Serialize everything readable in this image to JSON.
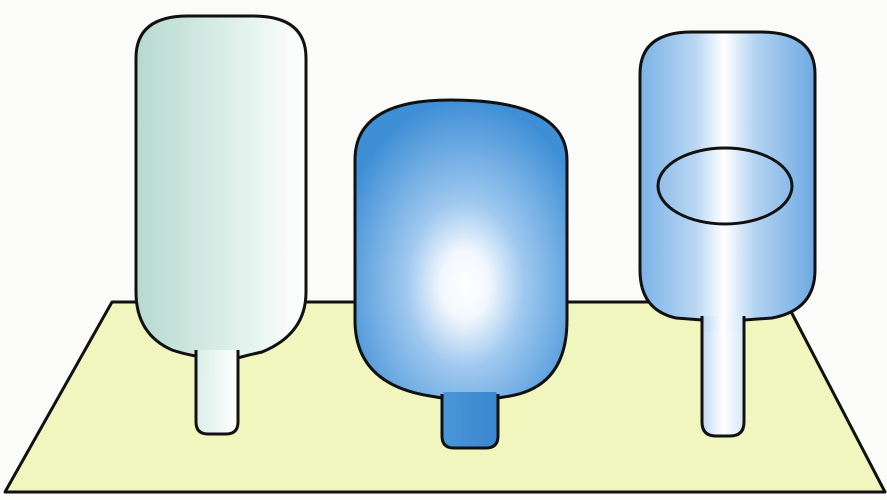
{
  "scene": {
    "objects": [
      {
        "name": "tall-pale-green-bottle",
        "icon": "bottle-icon"
      },
      {
        "name": "wide-blue-bottle",
        "icon": "bottle-icon"
      },
      {
        "name": "blue-bottle-with-oval-opening",
        "icon": "bottle-icon"
      }
    ],
    "colors": {
      "table_top": "#f1f6bf",
      "outline": "#111111",
      "green_tint": "#a9cfc4",
      "blue_dark": "#3f8fd6",
      "blue_mid": "#7db3e6",
      "white": "#ffffff"
    }
  }
}
